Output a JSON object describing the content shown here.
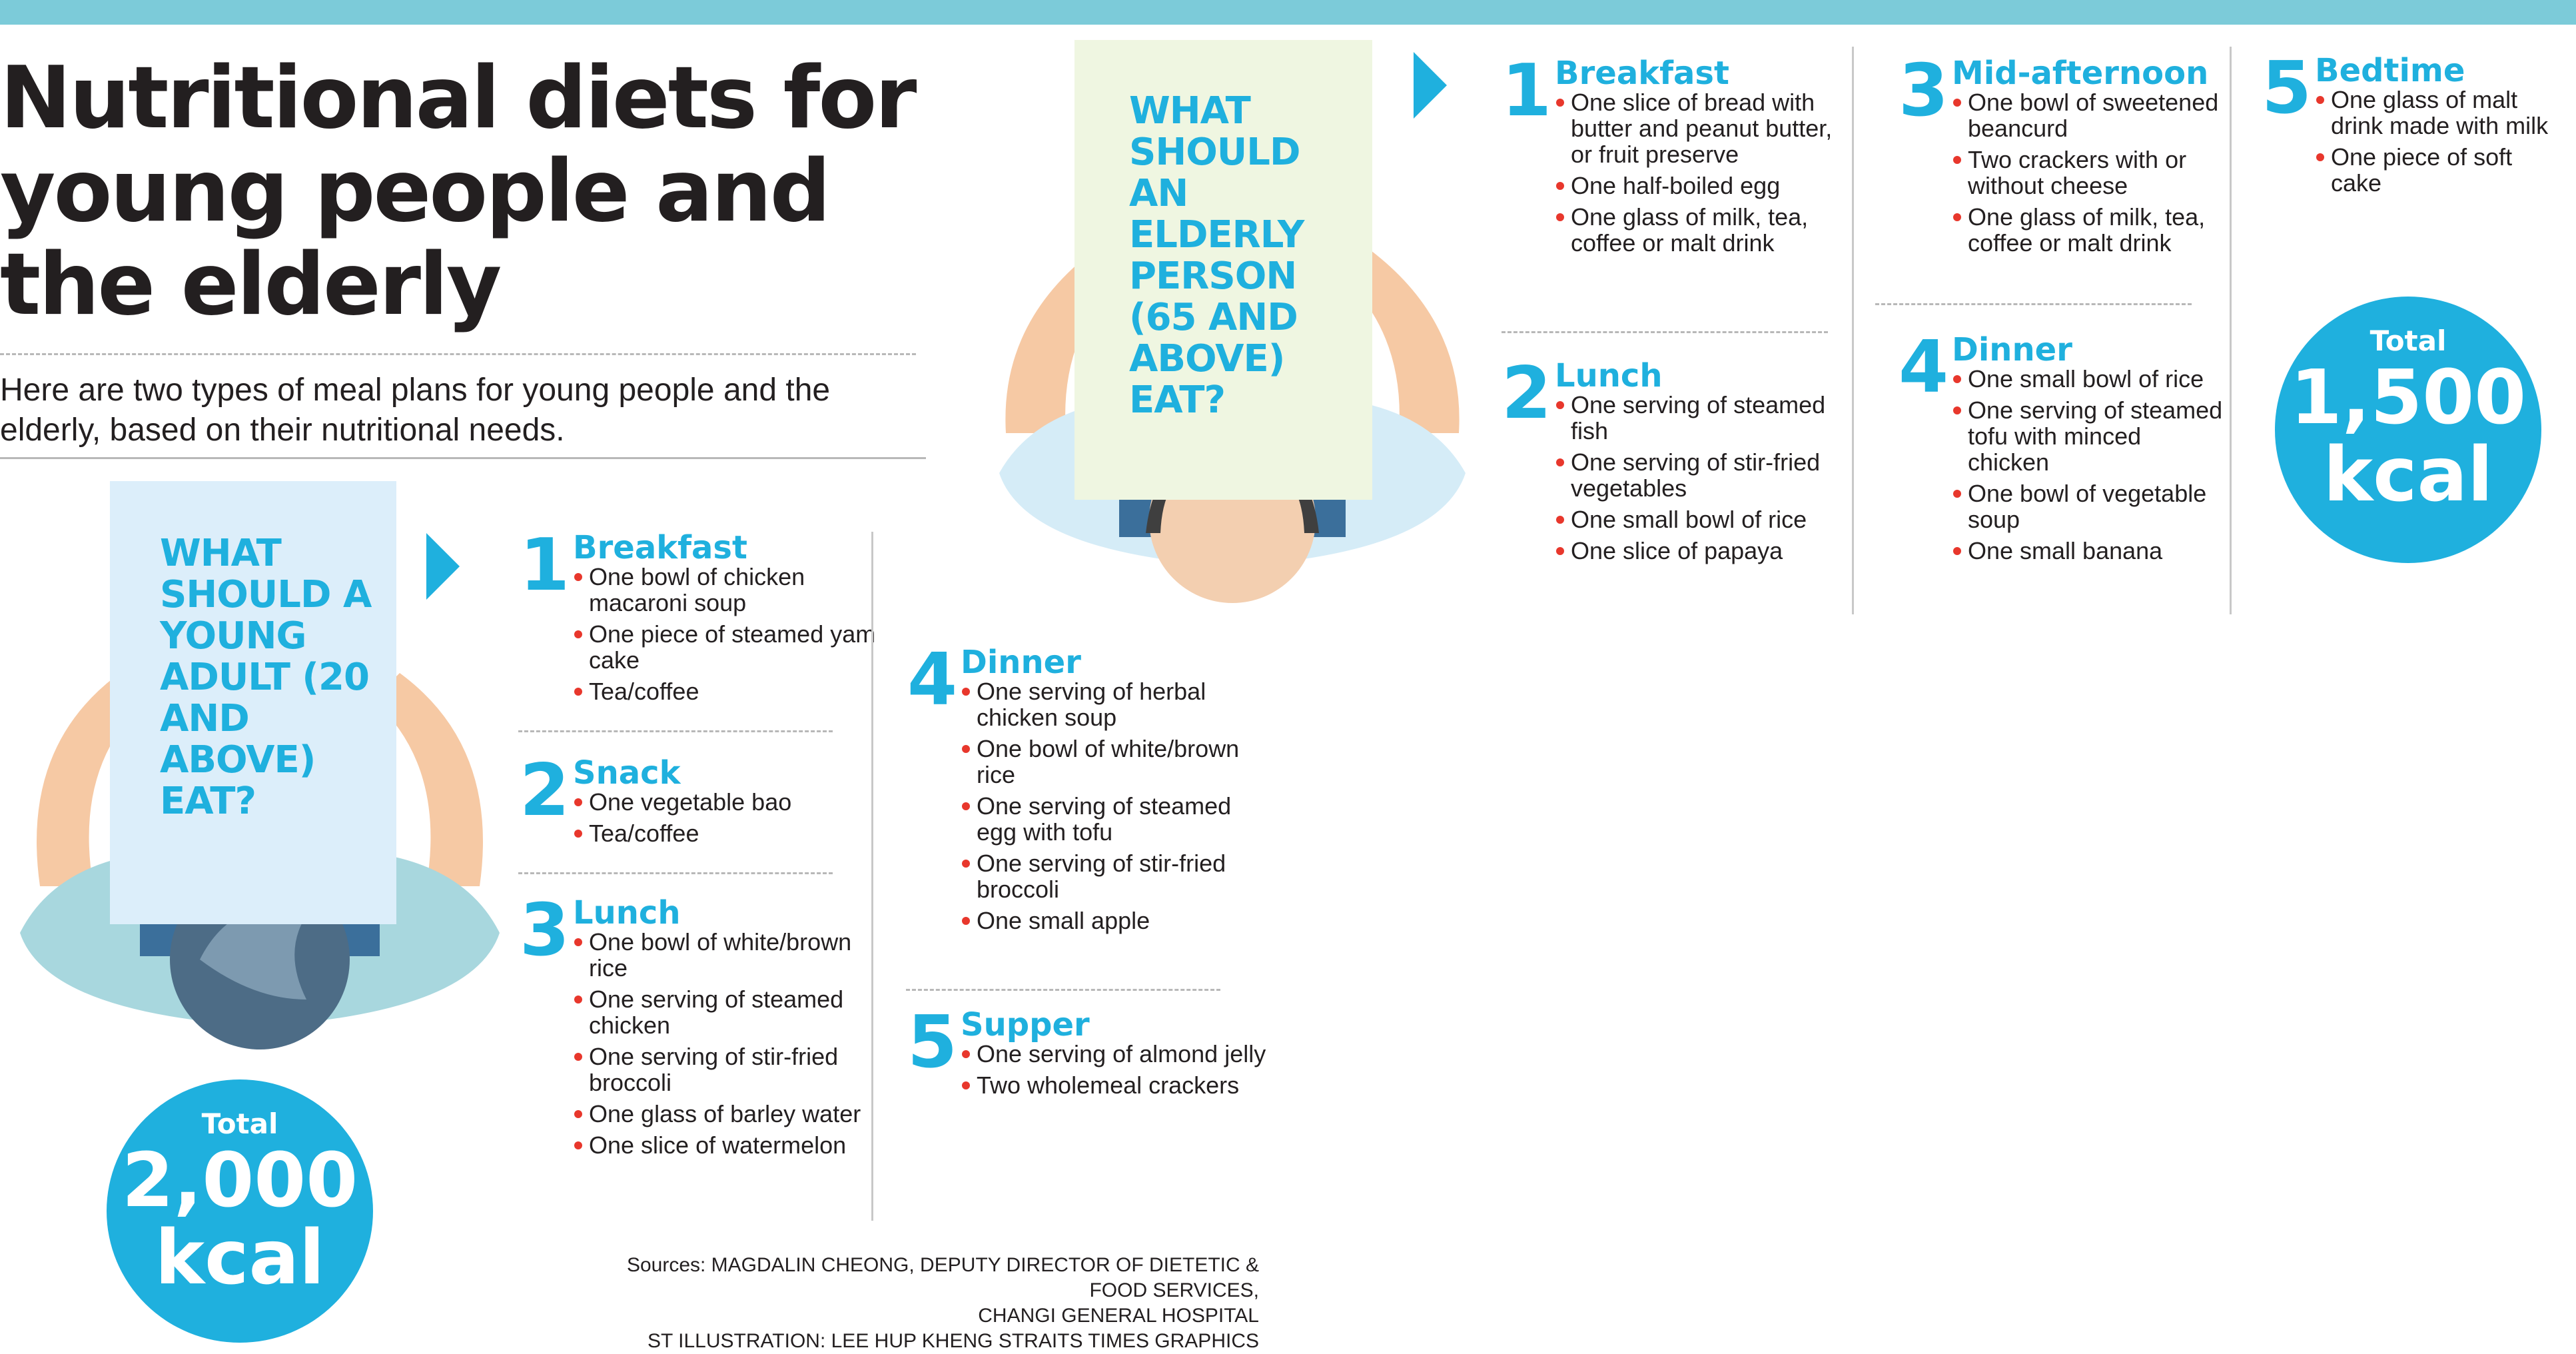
{
  "title": "Nutritional diets for young people and the elderly",
  "intro": "Here are two types of meal plans for young people and the elderly, based on their nutritional needs.",
  "young": {
    "question": "WHAT SHOULD A YOUNG ADULT (20 AND ABOVE) EAT?",
    "total_label": "Total",
    "total_value": "2,000",
    "total_unit": "kcal",
    "meals": [
      {
        "num": "1",
        "title": "Breakfast",
        "items": [
          "One bowl of chicken macaroni soup",
          "One piece of steamed yam cake",
          "Tea/coffee"
        ]
      },
      {
        "num": "2",
        "title": "Snack",
        "items": [
          "One vegetable bao",
          "Tea/coffee"
        ]
      },
      {
        "num": "3",
        "title": "Lunch",
        "items": [
          "One bowl of white/brown rice",
          "One serving of steamed chicken",
          "One serving of stir-fried broccoli",
          "One glass of barley water",
          "One slice of watermelon"
        ]
      },
      {
        "num": "4",
        "title": "Dinner",
        "items": [
          "One serving of herbal chicken soup",
          "One bowl of white/brown rice",
          "One serving of steamed egg with tofu",
          "One serving of stir-fried broccoli",
          "One small apple"
        ]
      },
      {
        "num": "5",
        "title": "Supper",
        "items": [
          "One serving of almond jelly",
          "Two wholemeal crackers"
        ]
      }
    ]
  },
  "elderly": {
    "question": "WHAT SHOULD AN ELDERLY PERSON (65 AND ABOVE) EAT?",
    "total_label": "Total",
    "total_value": "1,500",
    "total_unit": "kcal",
    "meals": [
      {
        "num": "1",
        "title": "Breakfast",
        "items": [
          "One slice of bread with butter and peanut butter, or fruit preserve",
          "One half-boiled egg",
          "One glass of milk, tea, coffee or malt drink"
        ]
      },
      {
        "num": "2",
        "title": "Lunch",
        "items": [
          "One serving of steamed fish",
          "One serving of stir-fried vegetables",
          "One small bowl of rice",
          "One slice of papaya"
        ]
      },
      {
        "num": "3",
        "title": "Mid-afternoon",
        "items": [
          "One bowl of sweetened beancurd",
          "Two crackers with or without cheese",
          "One glass of milk, tea, coffee or malt drink"
        ]
      },
      {
        "num": "4",
        "title": "Dinner",
        "items": [
          "One small bowl of rice",
          "One serving of steamed tofu with minced chicken",
          "One bowl of vegetable soup",
          "One small banana"
        ]
      },
      {
        "num": "5",
        "title": "Bedtime",
        "items": [
          "One glass of malt drink made with milk",
          "One piece of soft cake"
        ]
      }
    ]
  },
  "sources": {
    "line1": "Sources: MAGDALIN CHEONG, DEPUTY DIRECTOR OF DIETETIC & FOOD SERVICES,",
    "line2": "CHANGI GENERAL HOSPITAL",
    "line3": "ST ILLUSTRATION: LEE HUP KHENG    STRAITS TIMES GRAPHICS"
  },
  "colors": {
    "accent": "#1fb0de",
    "bullet": "#e8372c",
    "topbar": "#7ccbd9"
  }
}
